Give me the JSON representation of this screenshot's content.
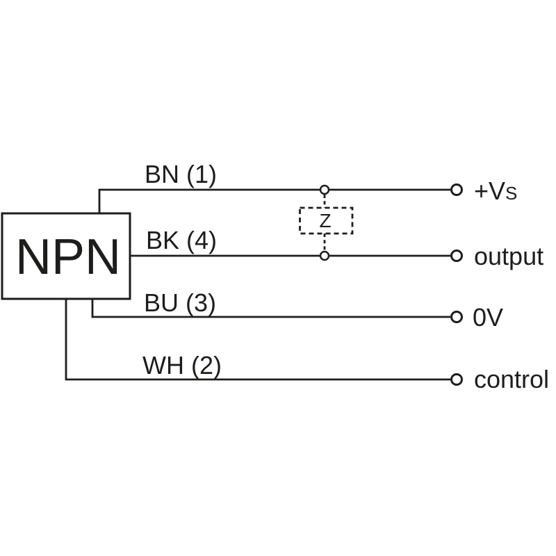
{
  "device": {
    "label": "NPN"
  },
  "impedance": {
    "label": "Z"
  },
  "wires": {
    "bn": {
      "label": "BN (1)"
    },
    "bk": {
      "label": "BK (4)"
    },
    "bu": {
      "label": "BU (3)"
    },
    "wh": {
      "label": "WH (2)"
    }
  },
  "terminals": {
    "vs": {
      "text": "+V",
      "subscript": "S"
    },
    "output": {
      "text": "output"
    },
    "zero_volt": {
      "text": "0V"
    },
    "control": {
      "text": "control"
    }
  },
  "colors": {
    "ink": "#1d1d1b",
    "background": "#ffffff"
  }
}
